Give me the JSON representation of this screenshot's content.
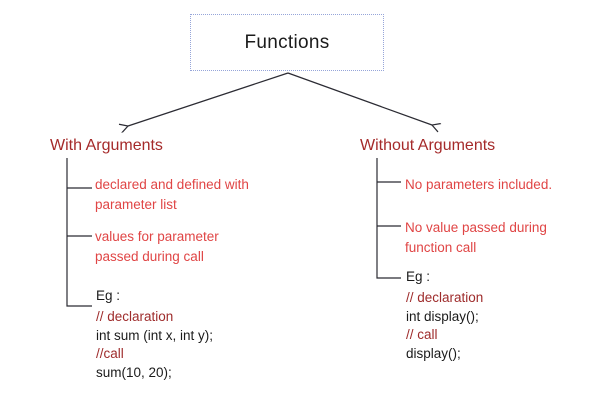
{
  "diagram": {
    "title": "Functions",
    "branches": [
      {
        "heading": "With Arguments",
        "items": [
          [
            "declared and defined with",
            "parameter list"
          ],
          [
            "values for parameter",
            "passed during call"
          ]
        ],
        "example_label": "Eg :",
        "code": [
          {
            "text": "// declaration",
            "kind": "comment"
          },
          {
            "text": "int sum (int x, int y);",
            "kind": "code"
          },
          {
            "text": "//call",
            "kind": "comment"
          },
          {
            "text": "sum(10, 20);",
            "kind": "code"
          }
        ]
      },
      {
        "heading": "Without Arguments",
        "items": [
          [
            "No parameters included."
          ],
          [
            "No value passed during",
            "function call"
          ]
        ],
        "example_label": "Eg :",
        "code": [
          {
            "text": "// declaration",
            "kind": "comment"
          },
          {
            "text": "int display();",
            "kind": "code"
          },
          {
            "text": "// call",
            "kind": "comment"
          },
          {
            "text": "display();",
            "kind": "code"
          }
        ]
      }
    ],
    "colors": {
      "heading": "#a52a2a",
      "body_red": "#e04545",
      "comment": "#9e2b2b",
      "code_text": "#1b1b1b",
      "box_border": "#96a5d9"
    }
  }
}
